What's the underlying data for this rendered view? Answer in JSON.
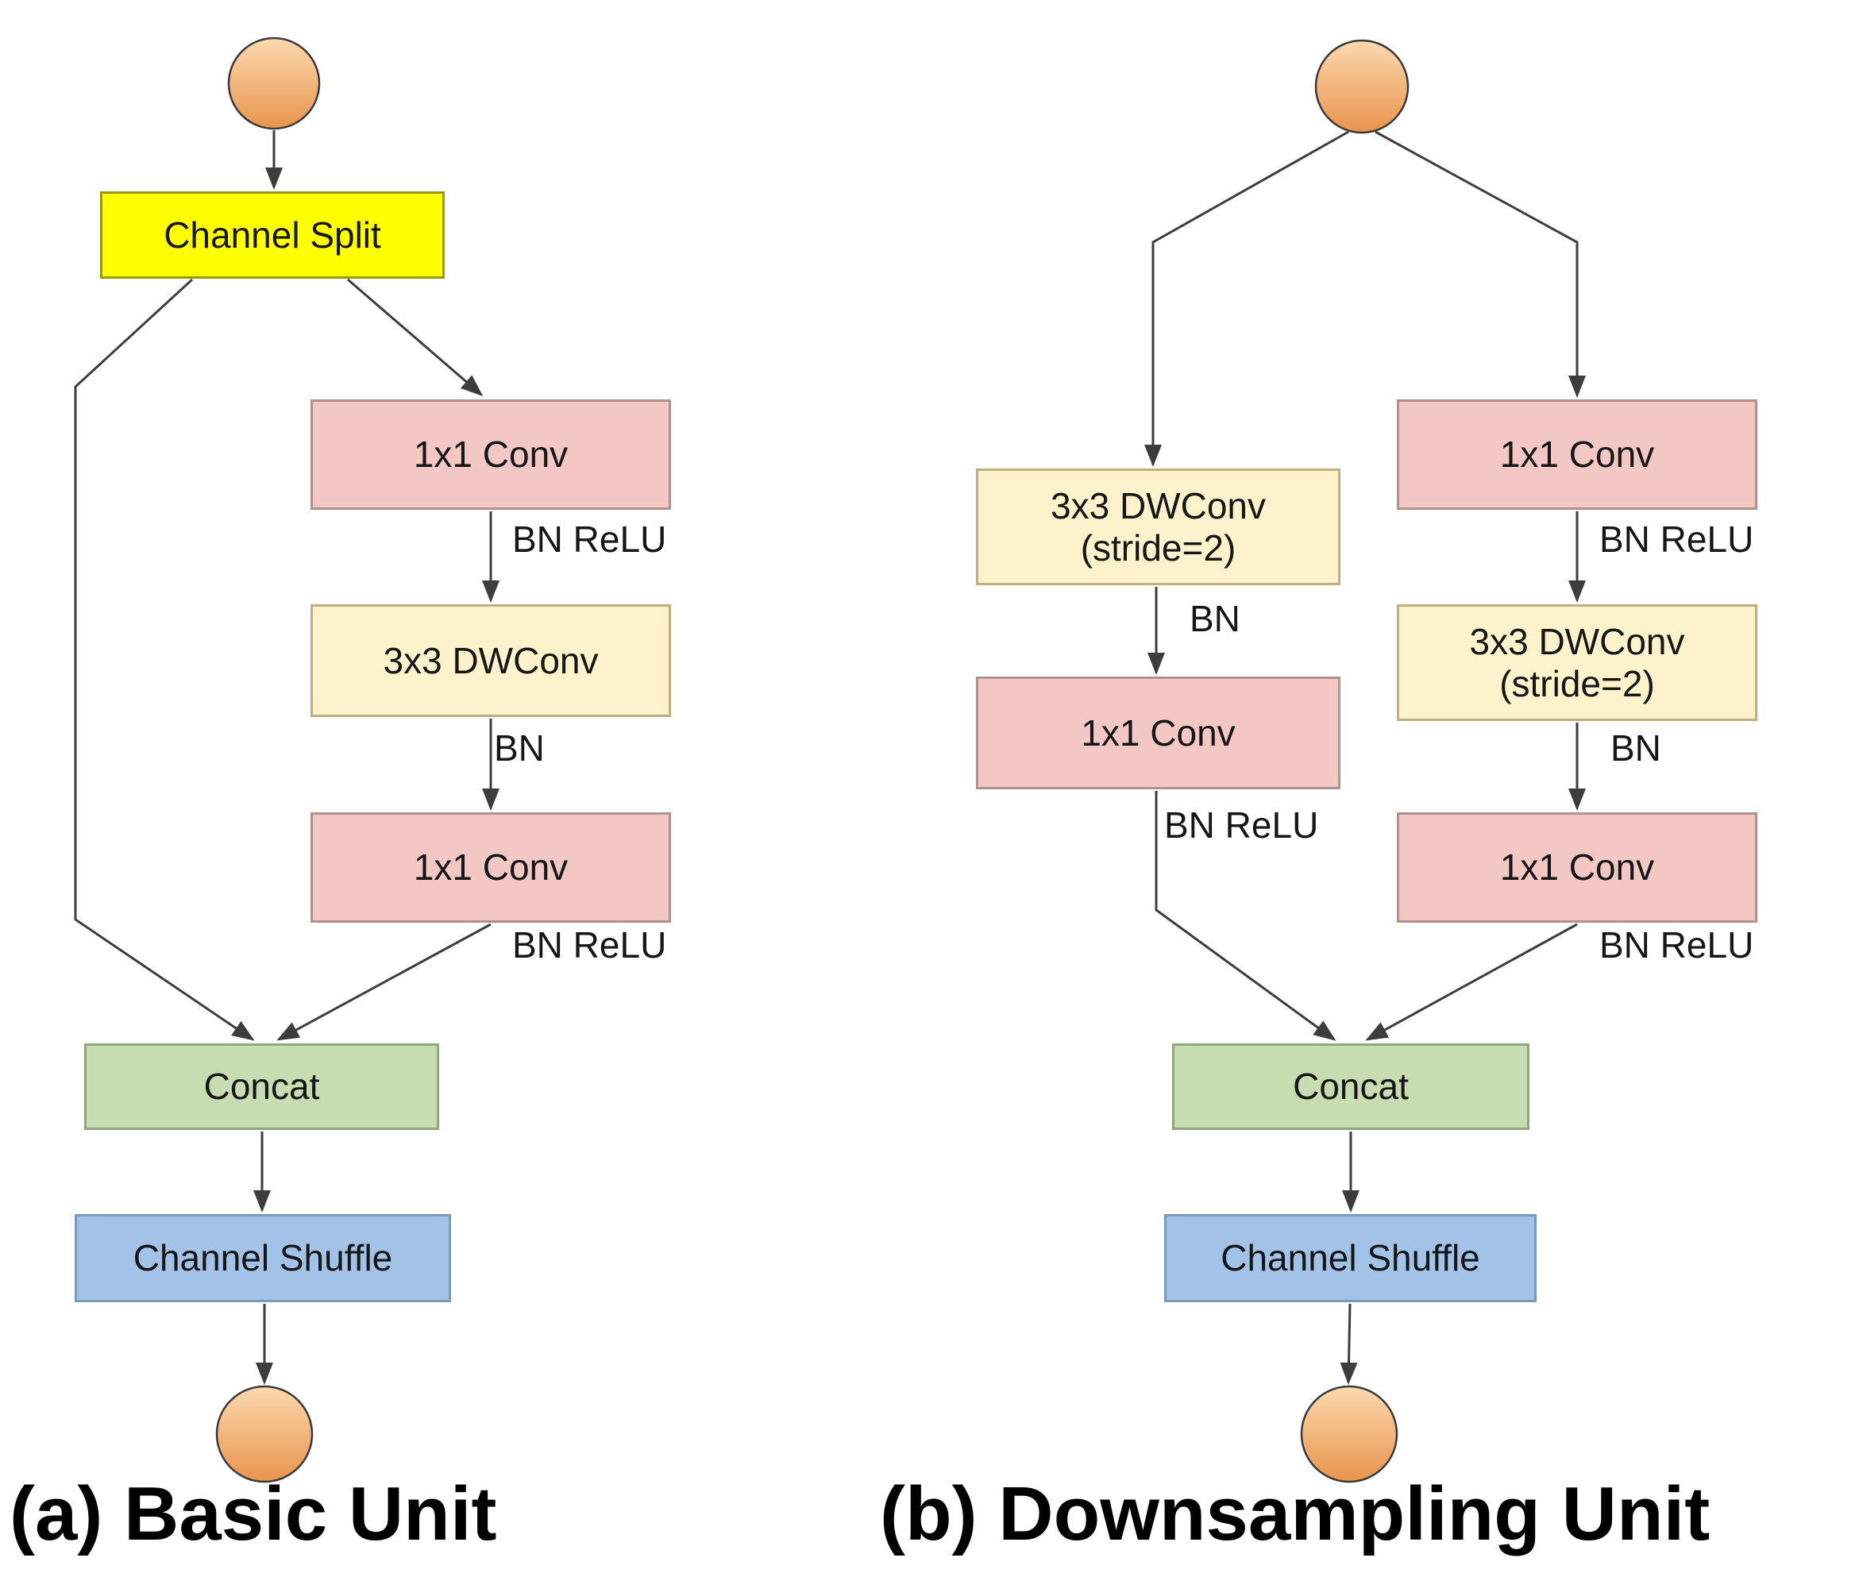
{
  "basic_unit": {
    "caption": "(a) Basic Unit",
    "channel_split": "Channel Split",
    "conv1": "1x1 Conv",
    "bn_relu_1": "BN ReLU",
    "dwconv": "3x3 DWConv",
    "bn": "BN",
    "conv2": "1x1 Conv",
    "bn_relu_2": "BN ReLU",
    "concat": "Concat",
    "channel_shuffle": "Channel Shuffle"
  },
  "downsampling_unit": {
    "caption": "(b) Downsampling Unit",
    "left_branch": {
      "dwconv_line1": "3x3 DWConv",
      "dwconv_line2": "(stride=2)",
      "bn": "BN",
      "conv": "1x1 Conv",
      "bn_relu": "BN ReLU"
    },
    "right_branch": {
      "conv1": "1x1 Conv",
      "bn_relu_1": "BN ReLU",
      "dwconv_line1": "3x3 DWConv",
      "dwconv_line2": "(stride=2)",
      "bn": "BN",
      "conv2": "1x1 Conv",
      "bn_relu_2": "BN ReLU"
    },
    "concat": "Concat",
    "channel_shuffle": "Channel Shuffle"
  },
  "colors": {
    "channel_split_fill": "#ffff00",
    "conv_fill": "#f3c7c3",
    "dwconv_fill": "#fdf2cc",
    "concat_fill": "#c8dcb2",
    "channel_shuffle_fill": "#a3c2e8",
    "node_fill_top": "#fcd9af",
    "node_fill_bottom": "#e8944d",
    "wire": "#3d3d3d"
  }
}
